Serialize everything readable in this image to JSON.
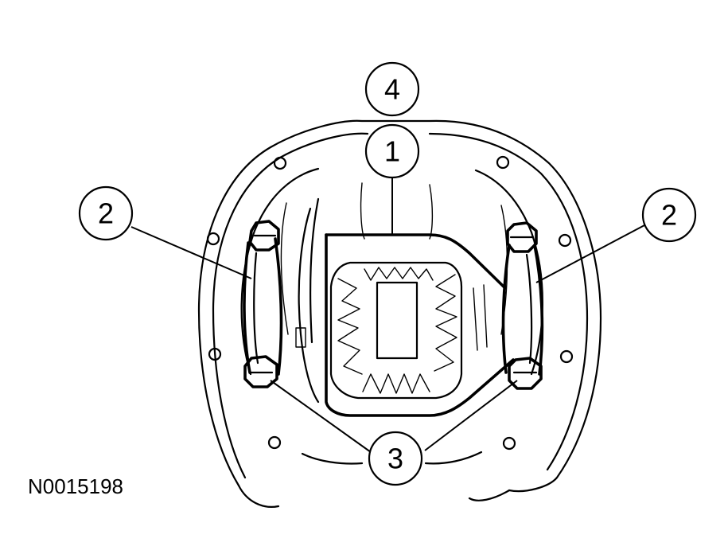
{
  "figure": {
    "reference_code": "N0015198",
    "callouts": [
      {
        "id": "c4",
        "label": "4"
      },
      {
        "id": "c1",
        "label": "1"
      },
      {
        "id": "c2-left",
        "label": "2"
      },
      {
        "id": "c2-right",
        "label": "2"
      },
      {
        "id": "c3",
        "label": "3"
      }
    ]
  }
}
